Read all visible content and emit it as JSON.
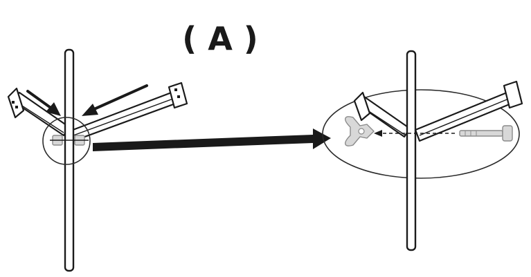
{
  "step": {
    "label": "( A )"
  },
  "icons": {
    "insert_arrows": "insert-direction-arrow",
    "callout_arrow": "magnify-callout-arrow",
    "wing_nut": "wing-nut-icon",
    "bolt": "bolt-icon"
  },
  "colors": {
    "ink": "#1a1a1a",
    "hardware": "#d8d8d8",
    "hardware_outline": "#8a8a8a",
    "background": "#ffffff"
  }
}
